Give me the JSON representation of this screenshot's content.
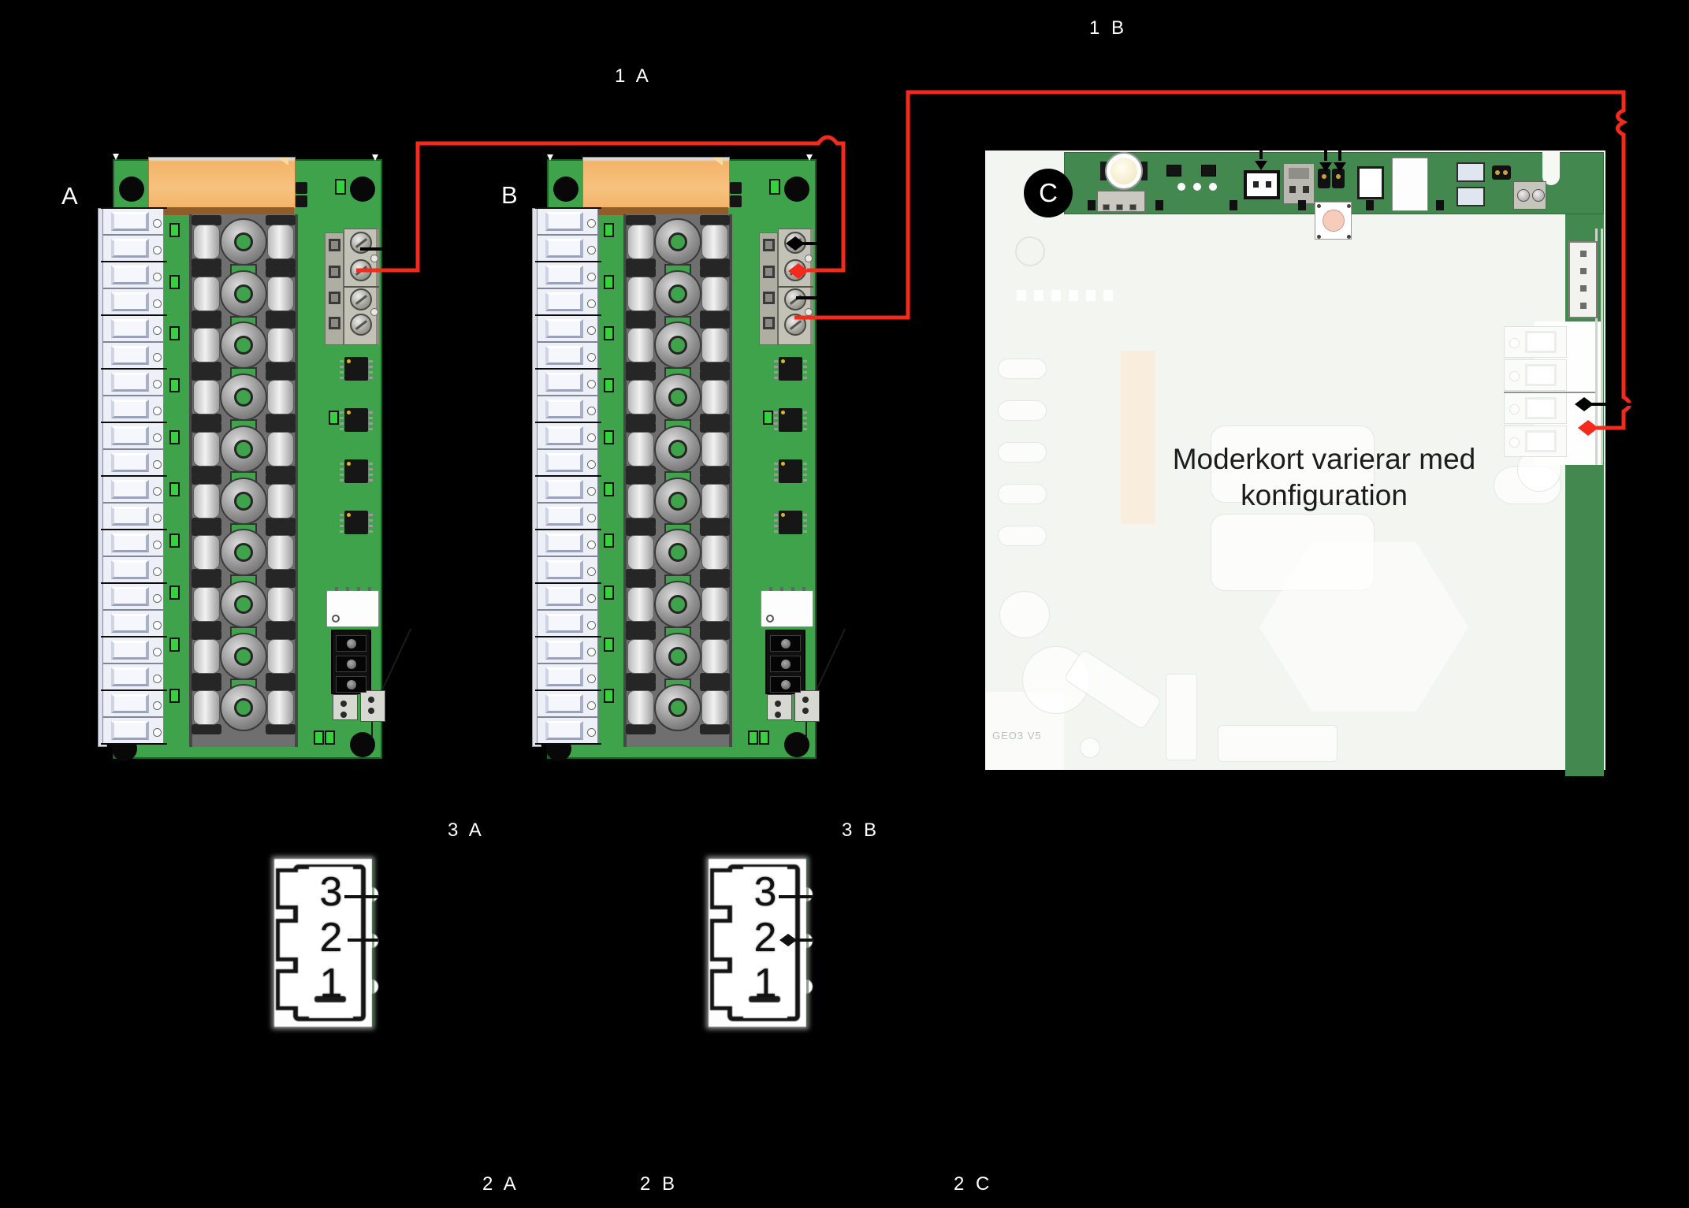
{
  "labels": {
    "wire_top_left": "1 A",
    "wire_top_right": "1 B",
    "board_a": "A",
    "board_b": "B",
    "board_c": "C",
    "connector_a": "3 A",
    "connector_b": "3 B",
    "footnote_a": "2 A",
    "footnote_b": "2 B",
    "footnote_c": "2 C"
  },
  "board_c_note": {
    "line1": "Moderkort varierar med",
    "line2": "konfiguration",
    "watermark": "GEO3 V5"
  },
  "connector_pins": [
    "3",
    "2",
    "1"
  ],
  "layout_counts": {
    "fuse_rows": 10,
    "terminal_groups": 10,
    "terminal_cells_per_group": 2,
    "soic_chips": 4,
    "screw_terminals_per_board": 4,
    "motherboard_edge_cells": 4
  },
  "icons": {
    "wire_end_marker": "diamond-arrow",
    "wire_crossover_marker": "arc-bump",
    "board_c_marker": "black-circle-badge"
  },
  "colors": {
    "background": "#000000",
    "pcb_green": "#3fa34c",
    "pcb_green_edge": "#1e5c28",
    "mother_green": "#43894f",
    "relay_orange": "#f4b469",
    "relay_brown": "#8f5c2a",
    "wire_red": "#f42a1d",
    "wire_black": "#000000",
    "terminal_white": "#eef0f8",
    "fuse_gray": "#6f6f6f",
    "overlay_white": "#f2f5f0",
    "led_green": "#35d23e",
    "label_white": "#ffffff",
    "note_text": "#1c1c1c"
  }
}
